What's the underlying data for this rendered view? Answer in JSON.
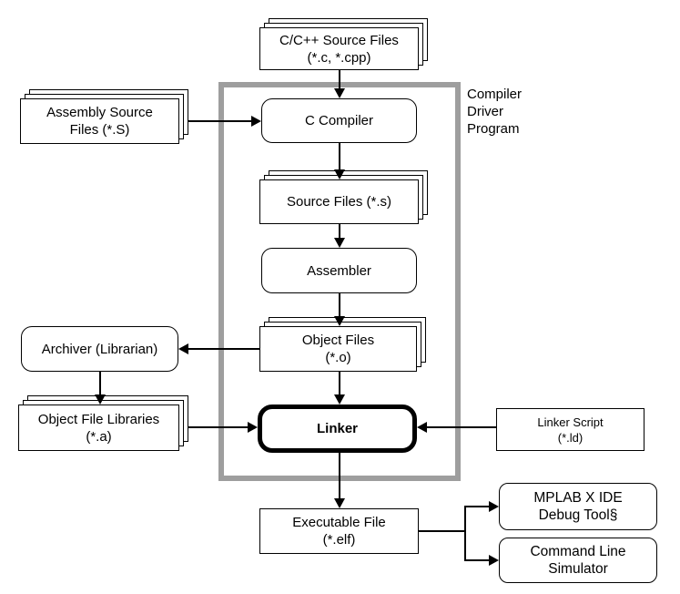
{
  "container_label": {
    "lines": [
      "Compiler",
      "Driver",
      "Program"
    ]
  },
  "nodes": {
    "ccpp_source": {
      "lines": [
        "C/C++ Source Files",
        "(*.c, *.cpp)"
      ]
    },
    "assembly_source": {
      "lines": [
        "Assembly Source",
        "Files (*.S)"
      ]
    },
    "c_compiler": {
      "lines": [
        "C Compiler"
      ]
    },
    "source_files": {
      "lines": [
        "Source Files (*.s)"
      ]
    },
    "assembler": {
      "lines": [
        "Assembler"
      ]
    },
    "object_files": {
      "lines": [
        "Object Files",
        "(*.o)"
      ]
    },
    "archiver": {
      "lines": [
        "Archiver (Librarian)"
      ]
    },
    "object_libraries": {
      "lines": [
        "Object File Libraries",
        "(*.a)"
      ]
    },
    "linker": {
      "lines": [
        "Linker"
      ]
    },
    "linker_script": {
      "lines": [
        "Linker Script",
        "(*.ld)"
      ]
    },
    "executable": {
      "lines": [
        "Executable File",
        "(*.elf)"
      ]
    },
    "mplab_debug": {
      "lines": [
        "MPLAB X IDE",
        "Debug Tool§"
      ]
    },
    "cmd_simulator": {
      "lines": [
        "Command Line",
        "Simulator"
      ]
    }
  },
  "colors": {
    "container_border": "#9e9e9e",
    "line": "#000000",
    "box_fill": "#ffffff",
    "text": "#000000"
  }
}
